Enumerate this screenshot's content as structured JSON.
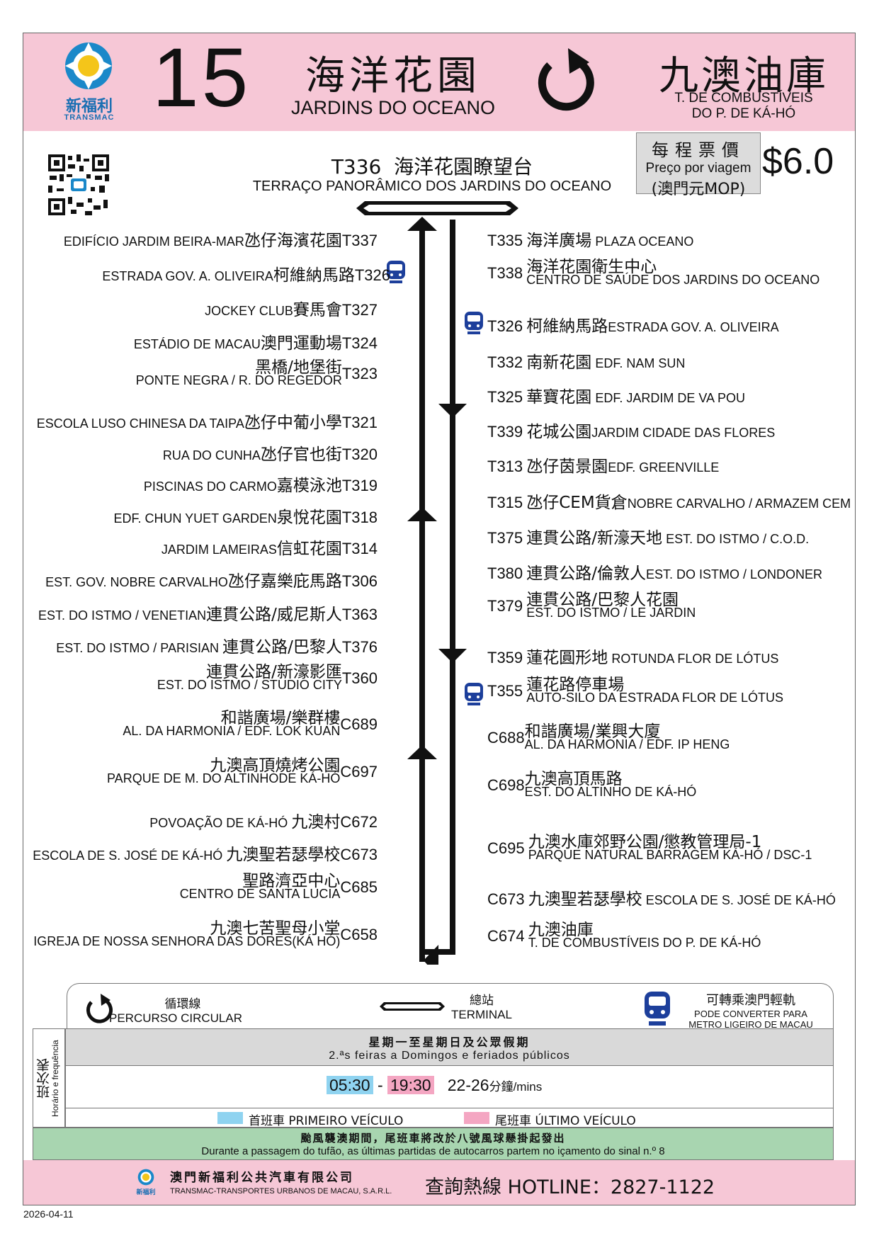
{
  "header": {
    "brand_cn": "新福利",
    "brand_en": "TRANSMAC",
    "route_number": "15",
    "origin_cn": "海洋花園",
    "origin_pt": "JARDINS DO OCEANO",
    "destination_cn": "九澳油庫",
    "destination_pt_1": "T. DE COMBUSTÍVEIS",
    "destination_pt_2": "DO P. DE KÁ-HÓ"
  },
  "fare": {
    "label_cn": "每程票價",
    "label_pt": "Preço por viagem",
    "unit": "(澳門元MOP)",
    "price": "$6.0"
  },
  "terminal": {
    "code": "T336",
    "name_cn": "海洋花園瞭望台",
    "name_pt": "TERRAÇO PANORÂMICO DOS JARDINS DO OCEANO"
  },
  "left_stops": [
    {
      "pt": "EDIFÍCIO JARDIM BEIRA-MAR",
      "cn": "氹仔海濱花園",
      "code": "T337"
    },
    {
      "pt": "ESTRADA GOV. A. OLIVEIRA",
      "cn": "柯維納馬路",
      "code": "T326"
    },
    {
      "pt": "JOCKEY CLUB",
      "cn": "賽馬會",
      "code": "T327"
    },
    {
      "pt": "ESTÁDIO DE MACAU",
      "cn": "澳門運動場",
      "code": "T324"
    },
    {
      "pt": "PONTE NEGRA / R. DO REGEDOR",
      "cn": "黑橋/地堡街",
      "code": "T323"
    },
    {
      "pt": "ESCOLA LUSO CHINESA DA TAIPA",
      "cn": "氹仔中葡小學",
      "code": "T321"
    },
    {
      "pt": "RUA DO CUNHA",
      "cn": "氹仔官也街",
      "code": "T320"
    },
    {
      "pt": "PISCINAS DO CARMO",
      "cn": "嘉模泳池",
      "code": "T319"
    },
    {
      "pt": "EDF. CHUN YUET GARDEN",
      "cn": "泉悅花園",
      "code": "T318"
    },
    {
      "pt": "JARDIM LAMEIRAS",
      "cn": "信虹花園",
      "code": "T314"
    },
    {
      "pt": "EST. GOV. NOBRE CARVALHO",
      "cn": "氹仔嘉樂庇馬路",
      "code": "T306"
    },
    {
      "pt": "EST. DO ISTMO / VENETIAN",
      "cn": "連貫公路/威尼斯人",
      "code": "T363"
    },
    {
      "pt": "EST. DO ISTMO / PARISIAN",
      "cn": "連貫公路/巴黎人",
      "code": "T376"
    },
    {
      "pt": "EST. DO ISTMO / STUDIO CITY",
      "cn": "連貫公路/新濠影匯",
      "code": "T360"
    },
    {
      "pt": "AL. DA HARMONIA / EDF. LOK KUAN",
      "cn": "和諧廣場/樂群樓",
      "code": "C689"
    },
    {
      "pt": "PARQUE DE M. DO ALTINHODE KÁ-HÓ",
      "cn": "九澳高頂燒烤公園",
      "code": "C697"
    },
    {
      "pt": "POVOAÇÃO DE KÁ-HÓ",
      "cn": "九澳村",
      "code": "C672"
    },
    {
      "pt": "ESCOLA DE S. JOSÉ DE KÁ-HÓ",
      "cn": "九澳聖若瑟學校",
      "code": "C673"
    },
    {
      "pt": "CENTRO DE SANTA LUCIA",
      "cn": "聖路濟亞中心",
      "code": "C685"
    },
    {
      "pt": "IGREJA DE NOSSA SENHORA DAS DORES(KÁ HÓ)",
      "cn": "九澳七苦聖母小堂",
      "code": "C658"
    }
  ],
  "right_stops": [
    {
      "code": "T335",
      "cn": "海洋廣場",
      "pt": "PLAZA OCEANO"
    },
    {
      "code": "T338",
      "cn": "海洋花園衛生中心",
      "pt": "CENTRO DE SAÚDE DOS JARDINS DO OCEANO"
    },
    {
      "code": "T326",
      "cn": "柯維納馬路",
      "pt": "ESTRADA GOV. A. OLIVEIRA"
    },
    {
      "code": "T332",
      "cn": "南新花園",
      "pt": "EDF. NAM SUN"
    },
    {
      "code": "T325",
      "cn": "華寶花園",
      "pt": "EDF. JARDIM DE VA POU"
    },
    {
      "code": "T339",
      "cn": "花城公園",
      "pt": "JARDIM CIDADE DAS FLORES"
    },
    {
      "code": "T313",
      "cn": "氹仔茵景園",
      "pt": "EDF. GREENVILLE"
    },
    {
      "code": "T315",
      "cn": "氹仔CEM貨倉",
      "pt": "NOBRE CARVALHO / ARMAZEM CEM"
    },
    {
      "code": "T375",
      "cn": "連貫公路/新濠天地",
      "pt": "EST. DO ISTMO / C.O.D."
    },
    {
      "code": "T380",
      "cn": "連貫公路/倫敦人",
      "pt": "EST. DO ISTMO / LONDONER"
    },
    {
      "code": "T379",
      "cn": "連貫公路/巴黎人花園",
      "pt": "EST. DO ISTMO / LE JARDIN"
    },
    {
      "code": "T359",
      "cn": "蓮花圓形地",
      "pt": "ROTUNDA FLOR DE LÓTUS"
    },
    {
      "code": "T355",
      "cn": "蓮花路停車場",
      "pt": "AUTO-SILO DA ESTRADA FLOR DE LÓTUS"
    },
    {
      "code": "C688",
      "cn": "和諧廣場/業興大廈",
      "pt": "AL. DA HARMONIA / EDF. IP HENG"
    },
    {
      "code": "C698",
      "cn": "九澳高頂馬路",
      "pt": "EST. DO ALTINHO DE KÁ-HÓ"
    },
    {
      "code": "C695",
      "cn": "九澳水庫郊野公園/懲教管理局-1",
      "pt": "PARQUE NATURAL BARRAGEM KÁ-HÓ / DSC-1"
    },
    {
      "code": "C673",
      "cn": "九澳聖若瑟學校",
      "pt": "ESCOLA DE S. JOSÉ DE KÁ-HÓ"
    },
    {
      "code": "C674",
      "cn": "九澳油庫",
      "pt": "T. DE COMBUSTÍVEIS DO P. DE KÁ-HÓ"
    }
  ],
  "legend": {
    "circular_cn": "循環線",
    "circular_pt": "PERCURSO CIRCULAR",
    "terminal_cn": "總站",
    "terminal_pt": "TERMINAL",
    "lrt_cn": "可轉乘澳門輕軌",
    "lrt_pt_1": "PODE CONVERTER PARA",
    "lrt_pt_2": "METRO LIGEIRO DE MACAU"
  },
  "timetable": {
    "side_cn": "班次表",
    "side_pt": "Horário e frequência",
    "days_cn": "星期一至星期日及公眾假期",
    "days_pt": "2.ªs feiras a Domingos e feriados públicos",
    "first_time": "05:30",
    "dash": "-",
    "last_time": "19:30",
    "frequency": "22-26",
    "freq_unit": "分鐘/mins",
    "first_label": "首班車 PRIMEIRO VEÍCULO",
    "last_label": "尾班車 ÚLTIMO VEÍCULO",
    "first_color": "#8fd3f0",
    "last_color": "#f4a6c2"
  },
  "typhoon": {
    "cn": "颱風襲澳期間，尾班車將改於八號風球懸掛起發出",
    "pt": "Durante a passagem do tufão, as últimas partidas de autocarros partem no içamento do sinal n.º 8"
  },
  "footer": {
    "company_cn": "澳門新福利公共汽車有限公司",
    "company_pt": "TRANSMAC-TRANSPORTES URBANOS DE MACAU, S.A.R.L.",
    "small_logo_text": "新福利",
    "hotline": "查詢熱線 HOTLINE：2827-1122"
  },
  "date": "2026-04-11",
  "colors": {
    "header_pink": "#f6c7d6",
    "typhoon_green": "#a8d5b0",
    "fare_gray": "#dcdcdc"
  }
}
